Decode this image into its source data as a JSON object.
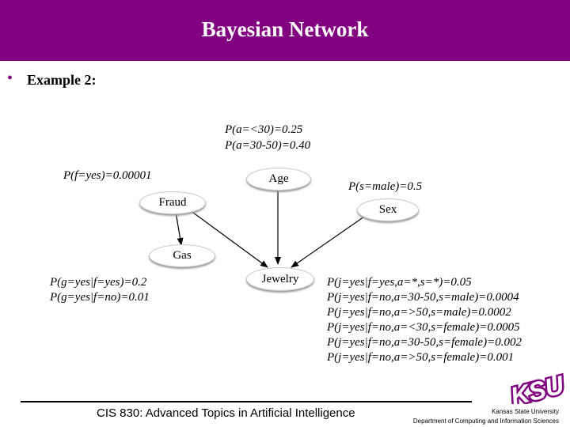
{
  "slide": {
    "title": "Bayesian Network",
    "bullet": "Example 2:"
  },
  "nodes": {
    "age": "Age",
    "fraud": "Fraud",
    "sex": "Sex",
    "gas": "Gas",
    "jewelry": "Jewelry"
  },
  "probabilities": {
    "age": [
      "P(a=<30)=0.25",
      "P(a=30-50)=0.40"
    ],
    "fraud": "P(f=yes)=0.00001",
    "sex": "P(s=male)=0.5",
    "gas": [
      "P(g=yes|f=yes)=0.2",
      "P(g=yes|f=no)=0.01"
    ],
    "jewelry": [
      "P(j=yes|f=yes,a=*,s=*)=0.05",
      "P(j=yes|f=no,a=30-50,s=male)=0.0004",
      "P(j=yes|f=no,a=>50,s=male)=0.0002",
      "P(j=yes|f=no,a=<30,s=female)=0.0005",
      "P(j=yes|f=no,a=30-50,s=female)=0.002",
      "P(j=yes|f=no,a=>50,s=female)=0.001"
    ]
  },
  "footer": {
    "course": "CIS 830: Advanced Topics in Artificial Intelligence",
    "university": "Kansas State University",
    "department": "Department of Computing and Information Sciences",
    "logo_text": "KSU"
  },
  "colors": {
    "title_bar": "#800080",
    "logo": "#800080"
  }
}
